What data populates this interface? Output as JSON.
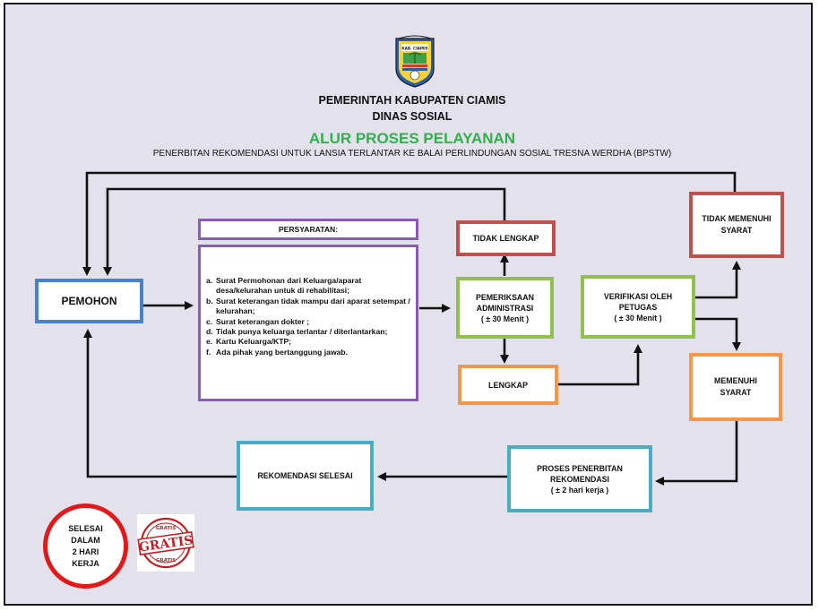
{
  "header": {
    "org": "PEMERINTAH KABUPATEN CIAMIS",
    "dept": "DINAS SOSIAL",
    "title": "ALUR PROSES PELAYANAN",
    "subtitle": "PENERBITAN REKOMENDASI UNTUK LANSIA TERLANTAR KE BALAI PERLINDUNGAN SOSIAL TRESNA WERDHA (BPSTW)"
  },
  "logo": {
    "name": "ciamis-regency-emblem",
    "text": "KAB. CIAMIS"
  },
  "colors": {
    "title_green": "#2fb24a",
    "blue": "#4a80c8",
    "purple": "#8a5ab8",
    "red": "#c0504d",
    "green": "#92c050",
    "orange": "#f79646",
    "teal": "#4bacc6",
    "background": "#e3e1ec",
    "stamp_red": "#e0191b"
  },
  "nodes": {
    "pemohon": "PEMOHON",
    "persyaratan_title": "PERSYARATAN:",
    "persyaratan_items": [
      {
        "letter": "a.",
        "text": "Surat Permohonan dari Keluarga/aparat desa/kelurahan untuk di rehabilitasi;"
      },
      {
        "letter": "b.",
        "text": "Surat keterangan tidak mampu dari aparat setempat / kelurahan;"
      },
      {
        "letter": "c.",
        "text": "Surat keterangan dokter ;"
      },
      {
        "letter": "d.",
        "text": "Tidak punya keluarga terlantar / diterlantarkan;"
      },
      {
        "letter": "e.",
        "text": "Kartu Keluarga/KTP;"
      },
      {
        "letter": "f.",
        "text": "Ada pihak yang bertanggung jawab."
      }
    ],
    "tidak_lengkap": "TIDAK LENGKAP",
    "pemeriksaan": "PEMERIKSAAN\nADMINISTRASI\n( ± 30 Menit )",
    "lengkap": "LENGKAP",
    "verifikasi": "VERIFIKASI OLEH\nPETUGAS\n( ± 30 Menit )",
    "tidak_memenuhi": "TIDAK MEMENUHI\nSYARAT",
    "memenuhi": "MEMENUHI\nSYARAT",
    "proses": "PROSES PENERBITAN\nREKOMENDASI\n( ± 2 hari kerja )",
    "rekomendasi_selesai": "REKOMENDASI SELESAI"
  },
  "badge": {
    "text": "SELESAI\nDALAM\n2 HARI\nKERJA"
  },
  "stamp": {
    "main": "GRATIS",
    "top": "GRATIS",
    "bottom": "GRATIS"
  }
}
